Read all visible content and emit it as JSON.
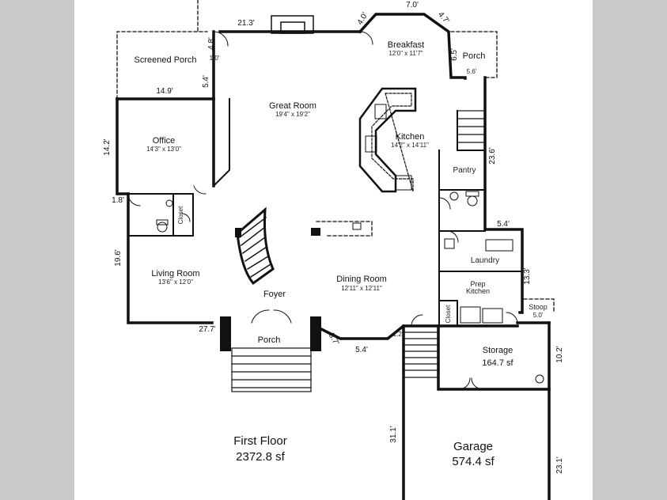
{
  "rooms": {
    "screened_porch": "Screened Porch",
    "breakfast": "Breakfast",
    "breakfast_dim": "12'0\" x 11'7\"",
    "porch_top": "Porch",
    "great_room": "Great Room",
    "great_room_dim": "19'4\" x 19'2\"",
    "office": "Office",
    "office_dim": "14'3\" x 13'0\"",
    "kitchen": "Kitchen",
    "kitchen_dim": "14'2\" x 14'11\"",
    "pantry": "Pantry",
    "closet_office": "Closet",
    "laundry": "Laundry",
    "living_room": "Living Room",
    "living_room_dim": "13'6\" x 12'0\"",
    "prep_kitchen": "Prep\nKitchen",
    "foyer": "Foyer",
    "dining_room": "Dining Room",
    "dining_room_dim": "12'11\" x 12'11\"",
    "closet_prep": "Closet",
    "stoop": "Stoop",
    "stoop_dim": "5.0'",
    "porch_front": "Porch",
    "storage": "Storage",
    "storage_area": "164.7 sf",
    "floor_name": "First Floor",
    "floor_area": "2372.8 sf",
    "garage": "Garage",
    "garage_area": "574.4 sf"
  },
  "measurements": {
    "m_21_3": "21.3'",
    "m_4_0": "4.0'",
    "m_7_0": "7.0'",
    "m_4_7": "4.7'",
    "m_4_8": "4.8'",
    "m_1_0": "1.0'",
    "m_6_5": "6.5'",
    "m_5_6": "5.6'",
    "m_5_4_a": "5.4'",
    "m_14_9": "14.9'",
    "m_14_2": "14.2'",
    "m_23_6": "23.6'",
    "m_1_8": "1.8'",
    "m_5_4_b": "5.4'",
    "m_19_6": "19.6'",
    "m_13_3": "13.3'",
    "m_27_7": "27.7'",
    "m_3_7": "3.7'",
    "m_5_4_c": "5.4'",
    "m_1_2": "1.2'",
    "m_10_2": "10.2'",
    "m_31_1": "31.1'",
    "m_23_1": "23.1'"
  },
  "colors": {
    "wall": "#111111",
    "side_bar": "#c9c9ca",
    "background": "#ffffff"
  }
}
